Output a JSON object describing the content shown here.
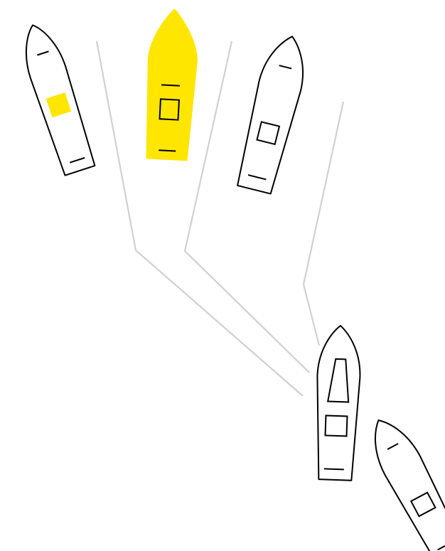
{
  "colors": {
    "background": "#ffffff",
    "hull_outline": "#000000",
    "highlight": "#ffe600",
    "connector": "#d0d0d0"
  },
  "boats": [
    {
      "id": "boat-1",
      "highlighted": false,
      "cabin": "filled-square"
    },
    {
      "id": "boat-2",
      "highlighted": true,
      "cabin": "outline-square"
    },
    {
      "id": "boat-3",
      "highlighted": false,
      "cabin": "outline-square"
    },
    {
      "id": "boat-4",
      "highlighted": false,
      "cabin": "outline-square-and-trapezoid"
    },
    {
      "id": "boat-5",
      "highlighted": false,
      "cabin": "outline-square"
    }
  ],
  "connectors": [
    {
      "id": "connector-1",
      "from": "boat-1",
      "to": "boat-4"
    },
    {
      "id": "connector-2",
      "from": "boat-2",
      "to": "boat-4"
    },
    {
      "id": "connector-3",
      "from": "boat-3",
      "to": "boat-4"
    }
  ]
}
